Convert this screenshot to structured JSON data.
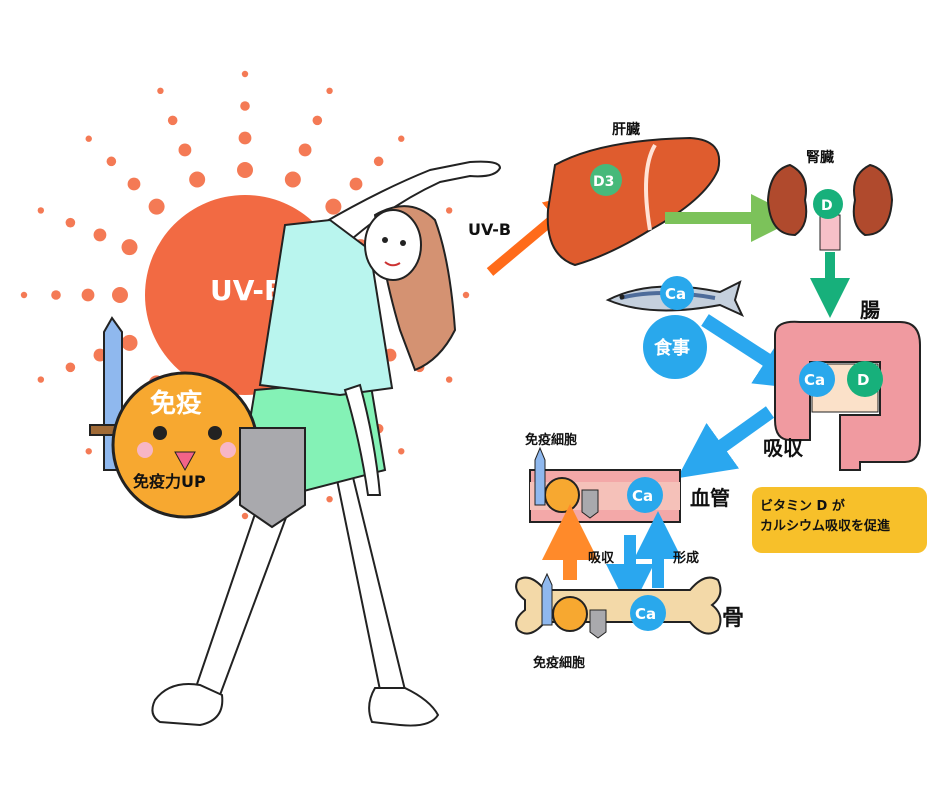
{
  "sun": {
    "label": "UV-B"
  },
  "arrow_to_liver": {
    "label": "UV-B"
  },
  "liver": {
    "label": "肝臓",
    "badge": "D3"
  },
  "kidney": {
    "label": "腎臓",
    "badge": "D"
  },
  "fish": {
    "badge": "Ca"
  },
  "meal": {
    "label": "食事"
  },
  "intestine": {
    "label": "腸",
    "badge_ca": "Ca",
    "badge_d": "D"
  },
  "absorption": {
    "label": "吸収"
  },
  "immune_shield": {
    "title": "免疫",
    "subtitle": "免疫力UP"
  },
  "blood_vessel": {
    "label": "血管",
    "badge": "Ca",
    "immune_label": "免疫細胞"
  },
  "bone": {
    "label": "骨",
    "badge": "Ca",
    "immune_label": "免疫細胞"
  },
  "flow": {
    "absorb_label": "吸収",
    "form_label": "形成"
  },
  "note": {
    "line1": "ビタミン D が",
    "line2": "カルシウム吸収を促進"
  },
  "colors": {
    "sun": "#f26a43",
    "ray": "#f47a55",
    "shirt": "#b9f5ee",
    "shorts": "#84f2b6",
    "liver": "#df5c2e",
    "kidney": "#b04a2d",
    "intestine": "#f09aa0",
    "bone": "#f3d9a8",
    "ca_badge": "#29a8ec",
    "d_badge": "#47b97a",
    "blue_arrow": "#2aa7ef",
    "green_arrow": "#7cc25a",
    "orange_arrow": "#ff8a2a",
    "note_bg": "#f7c02a"
  }
}
